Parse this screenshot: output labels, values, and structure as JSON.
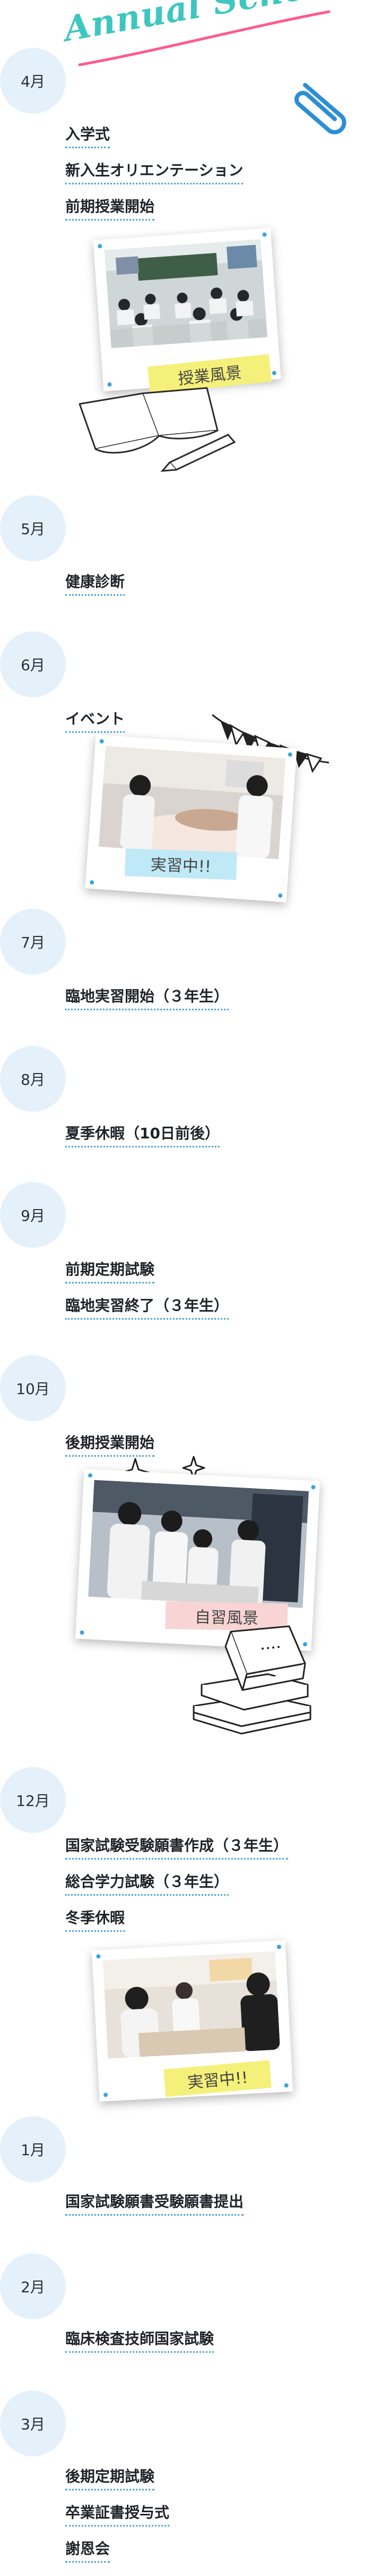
{
  "title": "Annual Schedule",
  "colors": {
    "accent": "#3ec6c0",
    "month_bg": "#e4f1fb",
    "underline": "#4aa3d8"
  },
  "schedule": [
    {
      "month": "4月",
      "events": [
        "入学式",
        "新入生オリエンテーション",
        "前期授業開始"
      ]
    },
    {
      "month": "5月",
      "events": [
        "健康診断"
      ]
    },
    {
      "month": "6月",
      "events": [
        "イベント"
      ]
    },
    {
      "month": "7月",
      "events": [
        "臨地実習開始（３年生）"
      ]
    },
    {
      "month": "8月",
      "events": [
        "夏季休暇（10日前後）"
      ]
    },
    {
      "month": "9月",
      "events": [
        "前期定期試験",
        "臨地実習終了（３年生）"
      ]
    },
    {
      "month": "10月",
      "events": [
        "後期授業開始"
      ]
    },
    {
      "month": "12月",
      "events": [
        "国家試験受験願書作成（３年生）",
        "総合学力試験（３年生）",
        "冬季休暇"
      ]
    },
    {
      "month": "1月",
      "events": [
        "国家試験願書受験願書提出"
      ]
    },
    {
      "month": "2月",
      "events": [
        "臨床検査技師国家試験"
      ]
    },
    {
      "month": "3月",
      "events": [
        "後期定期試験",
        "卒業証書授与式",
        "謝恩会"
      ]
    }
  ],
  "photos": [
    {
      "caption": "授業風景",
      "tape_color": "#f5f07a"
    },
    {
      "caption": "実習中!!",
      "tape_color": "#bfe9f7"
    },
    {
      "caption": "自習風景",
      "tape_color": "#f8d4d4"
    },
    {
      "caption": "実習中!!",
      "tape_color": "#f5f07a"
    }
  ]
}
